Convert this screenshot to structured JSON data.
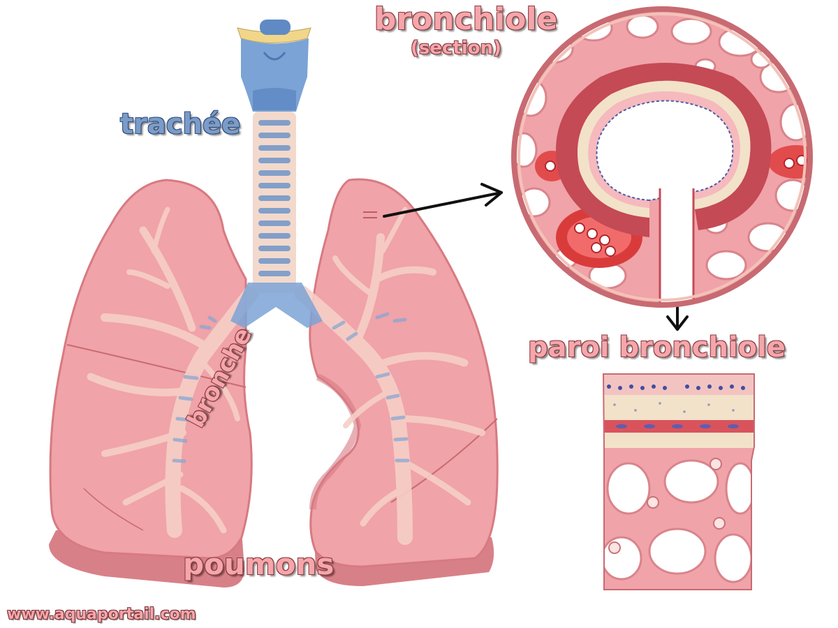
{
  "labels": {
    "trachea": "trachée",
    "bronchus": "bronche",
    "lungs": "poumons",
    "bronchiole": "bronchiole",
    "section": "(section)",
    "bronchiole_wall": "paroi bronchiole"
  },
  "watermark": "www.aquaportail.com",
  "colors": {
    "lung": "#f0a3a8",
    "lung_dark": "#d77a82",
    "trachea_ring": "#6f95c9",
    "trachea_tissue": "#f3d9cc",
    "larynx": "#7ba3d6",
    "vessel": "#e84d4d",
    "wall_tan": "#f2e2c9",
    "arrow": "#111111"
  }
}
